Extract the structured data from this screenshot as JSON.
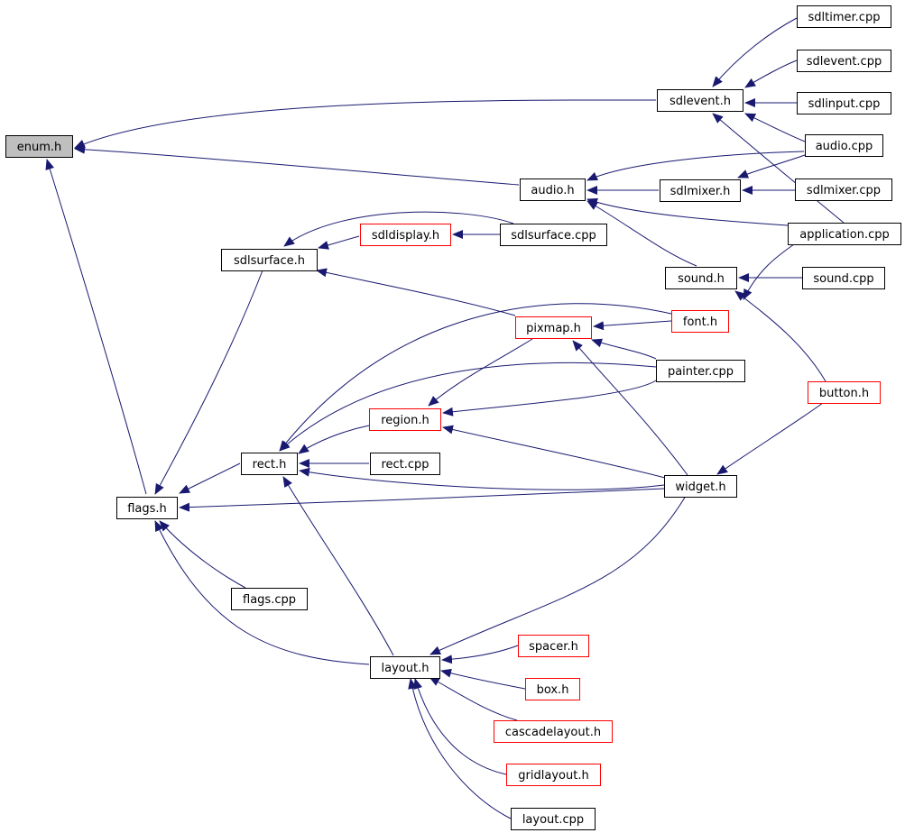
{
  "nodes": {
    "enum_h": {
      "label": "enum.h",
      "style": "selected"
    },
    "sdlevent_h": {
      "label": "sdlevent.h",
      "style": "normal"
    },
    "sdltimer_cpp": {
      "label": "sdltimer.cpp",
      "style": "normal"
    },
    "sdlevent_cpp": {
      "label": "sdlevent.cpp",
      "style": "normal"
    },
    "sdlinput_cpp": {
      "label": "sdlinput.cpp",
      "style": "normal"
    },
    "audio_cpp": {
      "label": "audio.cpp",
      "style": "normal"
    },
    "audio_h": {
      "label": "audio.h",
      "style": "normal"
    },
    "sdlmixer_h": {
      "label": "sdlmixer.h",
      "style": "normal"
    },
    "sdlmixer_cpp": {
      "label": "sdlmixer.cpp",
      "style": "normal"
    },
    "application_cpp": {
      "label": "application.cpp",
      "style": "normal"
    },
    "sdldisplay_h": {
      "label": "sdldisplay.h",
      "style": "incomplete"
    },
    "sdlsurface_cpp": {
      "label": "sdlsurface.cpp",
      "style": "normal"
    },
    "sdlsurface_h": {
      "label": "sdlsurface.h",
      "style": "normal"
    },
    "sound_h": {
      "label": "sound.h",
      "style": "normal"
    },
    "sound_cpp": {
      "label": "sound.cpp",
      "style": "normal"
    },
    "pixmap_h": {
      "label": "pixmap.h",
      "style": "incomplete"
    },
    "font_h": {
      "label": "font.h",
      "style": "incomplete"
    },
    "painter_cpp": {
      "label": "painter.cpp",
      "style": "normal"
    },
    "button_h": {
      "label": "button.h",
      "style": "incomplete"
    },
    "region_h": {
      "label": "region.h",
      "style": "incomplete"
    },
    "rect_h": {
      "label": "rect.h",
      "style": "normal"
    },
    "rect_cpp": {
      "label": "rect.cpp",
      "style": "normal"
    },
    "widget_h": {
      "label": "widget.h",
      "style": "normal"
    },
    "flags_h": {
      "label": "flags.h",
      "style": "normal"
    },
    "flags_cpp": {
      "label": "flags.cpp",
      "style": "normal"
    },
    "layout_h": {
      "label": "layout.h",
      "style": "normal"
    },
    "spacer_h": {
      "label": "spacer.h",
      "style": "incomplete"
    },
    "box_h": {
      "label": "box.h",
      "style": "incomplete"
    },
    "cascadelayout_h": {
      "label": "cascadelayout.h",
      "style": "incomplete"
    },
    "gridlayout_h": {
      "label": "gridlayout.h",
      "style": "incomplete"
    },
    "layout_cpp": {
      "label": "layout.cpp",
      "style": "normal"
    }
  },
  "edges": [
    {
      "from": "sdlevent_h",
      "to": "enum_h"
    },
    {
      "from": "audio_h",
      "to": "enum_h"
    },
    {
      "from": "flags_h",
      "to": "enum_h"
    },
    {
      "from": "sdltimer_cpp",
      "to": "sdlevent_h"
    },
    {
      "from": "sdlevent_cpp",
      "to": "sdlevent_h"
    },
    {
      "from": "sdlinput_cpp",
      "to": "sdlevent_h"
    },
    {
      "from": "audio_cpp",
      "to": "sdlevent_h"
    },
    {
      "from": "application_cpp",
      "to": "sdlevent_h"
    },
    {
      "from": "audio_cpp",
      "to": "audio_h"
    },
    {
      "from": "sdlmixer_h",
      "to": "audio_h"
    },
    {
      "from": "application_cpp",
      "to": "audio_h"
    },
    {
      "from": "sound_h",
      "to": "audio_h"
    },
    {
      "from": "audio_cpp",
      "to": "sdlmixer_h"
    },
    {
      "from": "sdlmixer_cpp",
      "to": "sdlmixer_h"
    },
    {
      "from": "sdldisplay_h",
      "to": "sdlsurface_h"
    },
    {
      "from": "sdlsurface_cpp",
      "to": "sdlsurface_h"
    },
    {
      "from": "pixmap_h",
      "to": "sdlsurface_h"
    },
    {
      "from": "sdlsurface_cpp",
      "to": "sdldisplay_h"
    },
    {
      "from": "sound_cpp",
      "to": "sound_h"
    },
    {
      "from": "button_h",
      "to": "sound_h"
    },
    {
      "from": "application_cpp",
      "to": "font_h"
    },
    {
      "from": "font_h",
      "to": "pixmap_h"
    },
    {
      "from": "painter_cpp",
      "to": "pixmap_h"
    },
    {
      "from": "widget_h",
      "to": "pixmap_h"
    },
    {
      "from": "painter_cpp",
      "to": "region_h"
    },
    {
      "from": "pixmap_h",
      "to": "region_h"
    },
    {
      "from": "widget_h",
      "to": "region_h"
    },
    {
      "from": "region_h",
      "to": "rect_h"
    },
    {
      "from": "rect_cpp",
      "to": "rect_h"
    },
    {
      "from": "font_h",
      "to": "rect_h"
    },
    {
      "from": "painter_cpp",
      "to": "rect_h"
    },
    {
      "from": "widget_h",
      "to": "rect_h"
    },
    {
      "from": "layout_h",
      "to": "rect_h"
    },
    {
      "from": "button_h",
      "to": "widget_h"
    },
    {
      "from": "sdlsurface_h",
      "to": "flags_h"
    },
    {
      "from": "rect_h",
      "to": "flags_h"
    },
    {
      "from": "widget_h",
      "to": "flags_h"
    },
    {
      "from": "flags_cpp",
      "to": "flags_h"
    },
    {
      "from": "layout_h",
      "to": "flags_h"
    },
    {
      "from": "widget_h",
      "to": "layout_h"
    },
    {
      "from": "spacer_h",
      "to": "layout_h"
    },
    {
      "from": "box_h",
      "to": "layout_h"
    },
    {
      "from": "cascadelayout_h",
      "to": "layout_h"
    },
    {
      "from": "gridlayout_h",
      "to": "layout_h"
    },
    {
      "from": "layout_cpp",
      "to": "layout_h"
    }
  ],
  "colors": {
    "edge": "#191970",
    "selected_fill": "#bfbfbf",
    "normal_border": "#000000",
    "incomplete_border": "#ff0000",
    "text": "#000000"
  }
}
